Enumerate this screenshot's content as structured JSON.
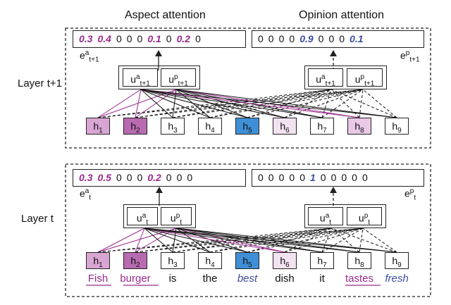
{
  "titles": {
    "aspect": "Aspect attention",
    "opinion": "Opinion attention"
  },
  "layers": {
    "upper": "Layer t+1",
    "lower": "Layer t"
  },
  "upper": {
    "aspect_vector": [
      "0.3",
      "0.4",
      "0",
      "0",
      "0",
      "0.1",
      "0",
      "0.2",
      "0"
    ],
    "opinion_vector": [
      "0",
      "0",
      "0",
      "0",
      "0.9",
      "0",
      "0",
      "0",
      "0.1"
    ],
    "e_a": {
      "base": "e",
      "sup": "a",
      "sub": "t+1"
    },
    "e_p": {
      "base": "e",
      "sup": "p",
      "sub": "t+1"
    },
    "u_a": {
      "base": "u",
      "sup": "a",
      "sub": "t+1"
    },
    "u_p": {
      "base": "u",
      "sup": "p",
      "sub": "t+1"
    },
    "hidden": [
      {
        "base": "h",
        "sub": "1",
        "fill": "#d9a6d4"
      },
      {
        "base": "h",
        "sub": "2",
        "fill": "#b86bb0"
      },
      {
        "base": "h",
        "sub": "3",
        "fill": "#ffffff"
      },
      {
        "base": "h",
        "sub": "4",
        "fill": "#ffffff"
      },
      {
        "base": "h",
        "sub": "5",
        "fill": "#3f8fd6"
      },
      {
        "base": "h",
        "sub": "6",
        "fill": "#f3e3f1"
      },
      {
        "base": "h",
        "sub": "7",
        "fill": "#ffffff"
      },
      {
        "base": "h",
        "sub": "8",
        "fill": "#e9c9e6"
      },
      {
        "base": "h",
        "sub": "9",
        "fill": "#ffffff"
      }
    ]
  },
  "lower": {
    "aspect_vector": [
      "0.3",
      "0.5",
      "0",
      "0",
      "0",
      "0.2",
      "0",
      "0",
      "0"
    ],
    "opinion_vector": [
      "0",
      "0",
      "0",
      "0",
      "0",
      "1",
      "0",
      "0",
      "0",
      "0",
      "0"
    ],
    "e_a": {
      "base": "e",
      "sup": "a",
      "sub": "t"
    },
    "e_p": {
      "base": "e",
      "sup": "p",
      "sub": "t"
    },
    "u_a": {
      "base": "u",
      "sup": "a",
      "sub": "t"
    },
    "u_p": {
      "base": "u",
      "sup": "p",
      "sub": "t"
    },
    "hidden": [
      {
        "base": "h",
        "sub": "1",
        "fill": "#d9a6d4"
      },
      {
        "base": "h",
        "sub": "2",
        "fill": "#b86bb0"
      },
      {
        "base": "h",
        "sub": "3",
        "fill": "#ffffff"
      },
      {
        "base": "h",
        "sub": "4",
        "fill": "#ffffff"
      },
      {
        "base": "h",
        "sub": "5",
        "fill": "#3f8fd6"
      },
      {
        "base": "h",
        "sub": "6",
        "fill": "#f3e3f1"
      },
      {
        "base": "h",
        "sub": "7",
        "fill": "#ffffff"
      },
      {
        "base": "h",
        "sub": "8",
        "fill": "#ffffff"
      },
      {
        "base": "h",
        "sub": "9",
        "fill": "#ffffff"
      }
    ]
  },
  "words": [
    {
      "text": "Fish",
      "style": "aspect"
    },
    {
      "text": "burger",
      "style": "aspect"
    },
    {
      "text": "is",
      "style": "plain"
    },
    {
      "text": "the",
      "style": "plain"
    },
    {
      "text": "best",
      "style": "opinion"
    },
    {
      "text": "dish",
      "style": "plain"
    },
    {
      "text": "it",
      "style": "plain"
    },
    {
      "text": "tastes",
      "style": "aspect"
    },
    {
      "text": "fresh",
      "style": "opinion"
    }
  ],
  "colors": {
    "aspect": "#9b2a8e",
    "opinion": "#3b4ca3",
    "line": "#111111",
    "aspect_line": "#9b2a8e"
  }
}
